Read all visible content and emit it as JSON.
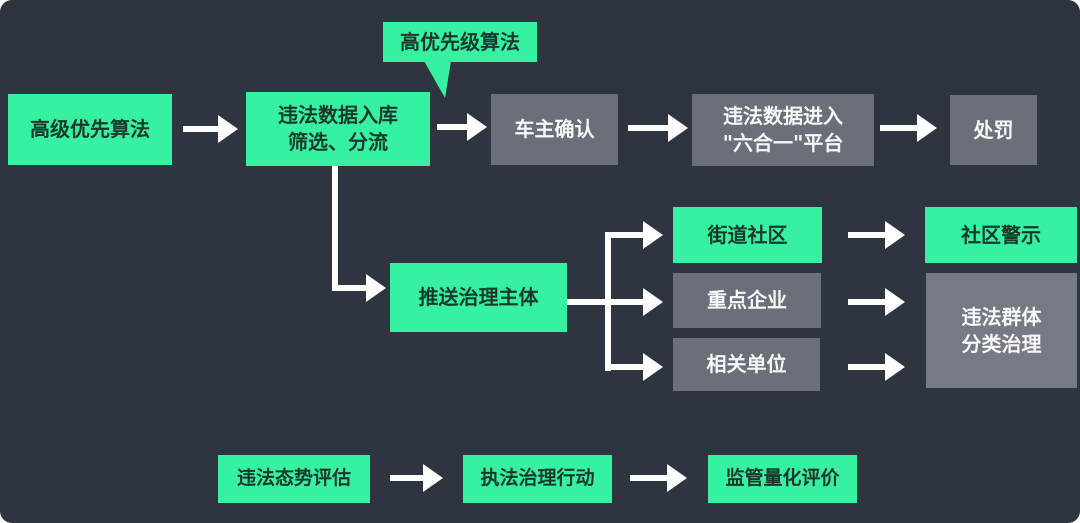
{
  "colors": {
    "background": "#2e3540",
    "node_green": "#35f1a1",
    "node_gray": "#6a6f7a",
    "node_gray_light": "#757a85",
    "arrow_white": "#ffffff",
    "green_node_text": "#17392c",
    "gray_node_text": "#f7f8f8"
  },
  "callout": {
    "label": "高优先级算法"
  },
  "enforcement_flow": {
    "advanced_priority_algorithm": "高级优先算法",
    "data_intake_line1": "违法数据入库",
    "data_intake_line2": "筛选、分流",
    "owner_confirmation": "车主确认",
    "platform_line1": "违法数据进入",
    "platform_line2": "\"六合一\"平台",
    "penalty": "处罚"
  },
  "governance_flow": {
    "push_to_governance_bodies": "推送治理主体",
    "street_community": "街道社区",
    "key_enterprises": "重点企业",
    "related_units": "相关单位",
    "community_warning": "社区警示",
    "group_governance_line1": "违法群体",
    "group_governance_line2": "分类治理"
  },
  "evaluation_flow": {
    "situation_assessment": "违法态势评估",
    "enforcement_action": "执法治理行动",
    "quantitative_evaluation": "监管量化评价"
  }
}
